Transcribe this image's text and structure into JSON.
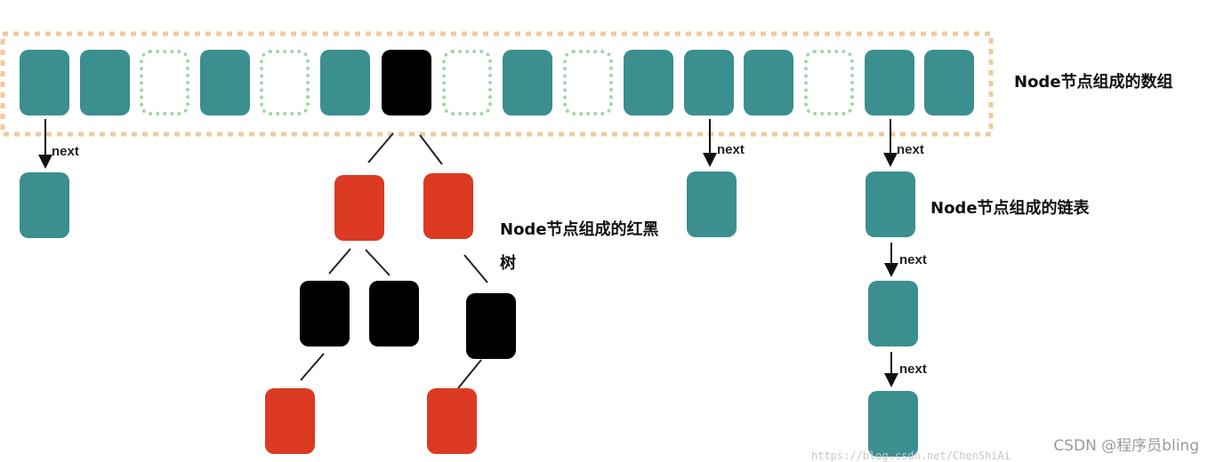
{
  "labels": {
    "array": "Node节点组成的数组",
    "rbtree_line1": "Node节点组成的红黑",
    "rbtree_line2": "树",
    "linked_list": "Node节点组成的链表",
    "next": "next"
  },
  "watermarks": {
    "csdn": "CSDN @程序员bling",
    "url": "https://blog.csdn.net/ChenShiAi"
  },
  "colors": {
    "teal": "#3b8f8f",
    "red": "#dc3a22",
    "black": "#000000",
    "empty_dot": "#9ed7a6",
    "array_border": "#f3c99a"
  },
  "array_slots": [
    "teal",
    "teal",
    "empty",
    "teal",
    "empty",
    "teal",
    "black",
    "empty",
    "teal",
    "empty",
    "teal",
    "teal",
    "teal",
    "empty",
    "teal",
    "teal"
  ]
}
